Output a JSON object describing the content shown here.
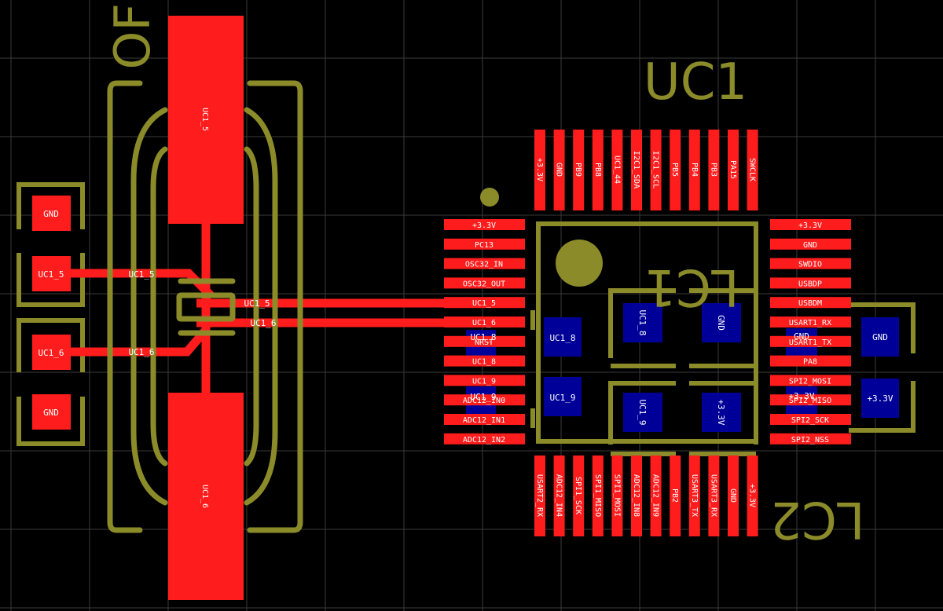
{
  "colors": {
    "background": "#000000",
    "grid": "#3a3a3a",
    "copper": "#ff1c1c",
    "silkscreen": "#8b8b2a",
    "bottom_copper": "#000099",
    "label": "#ffffff"
  },
  "designators": {
    "uc1": "UC1",
    "lc1": "LC1",
    "lc2": "LC2",
    "crystal_fragment": "OF"
  },
  "connector": {
    "pads": [
      "GND",
      "UC1_5",
      "UC1_6",
      "GND"
    ]
  },
  "crystal": {
    "pad_top": "UC1_5",
    "pad_bottom": "UC1_6",
    "trace_labels_left": [
      "UC1_5",
      "UC1_6"
    ],
    "trace_labels_right": [
      "UC1_5",
      "UC1_6"
    ]
  },
  "chip": {
    "left_pins": [
      "+3.3V",
      "PC13",
      "OSC32_IN",
      "OSC32_OUT",
      "UC1_5",
      "UC1_6",
      "NRST",
      "UC1_8",
      "UC1_9",
      "ADC12_IN0",
      "ADC12_IN1",
      "ADC12_IN2"
    ],
    "right_pins": [
      "+3.3V",
      "GND",
      "SWDIO",
      "USBDP",
      "USBDM",
      "USART1_RX",
      "USART1_TX",
      "PA8",
      "SPI2_MOSI",
      "SPI2_MISO",
      "SPI2_SCK",
      "SPI2_NSS"
    ],
    "top_pins": [
      "+3.3V",
      "GND",
      "PB9",
      "PB8",
      "UC1_44",
      "I2C1_SDA",
      "I2C1_SCL",
      "PB5",
      "PB4",
      "PB3",
      "PA15",
      "SWCLK"
    ],
    "bottom_pins": [
      "USART2_RX",
      "ADC12_IN4",
      "SPI1_SCK",
      "SPI1_MISO",
      "SPI1_MOSI",
      "ADC12_IN8",
      "ADC12_IN9",
      "PB2",
      "USART3_TX",
      "USART3_RX",
      "GND",
      "+3.3V"
    ],
    "overlap_labels": [
      "UC1_8",
      "UC1_9"
    ]
  },
  "capacitors": {
    "lc1_pads": [
      "UC1_8",
      "GND"
    ],
    "lc2_pads": [
      "UC1_9",
      "+3.3V"
    ],
    "left_pads": [
      "UC1_8",
      "UC1_9"
    ],
    "right_pads": [
      "GND",
      "+3.3V"
    ],
    "right_overlap": [
      "GND",
      "+3.3V"
    ]
  }
}
